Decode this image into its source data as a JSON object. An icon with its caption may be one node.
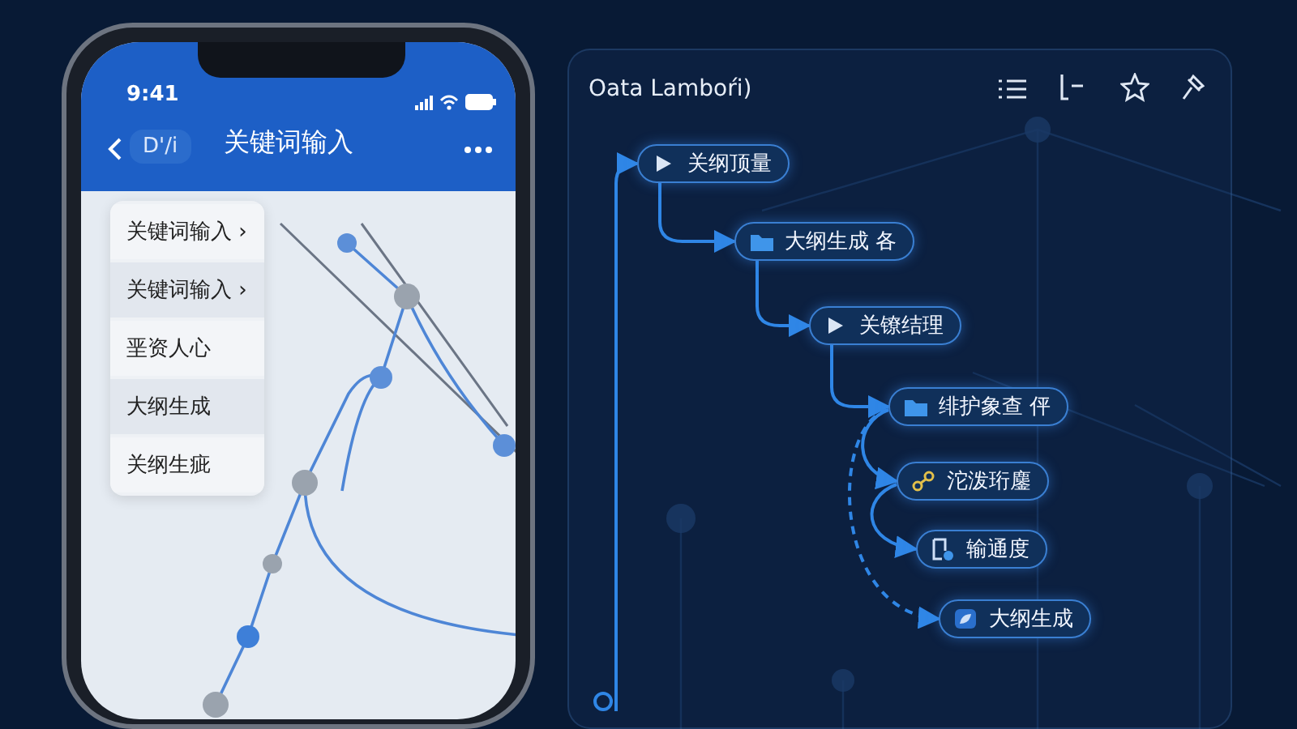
{
  "diagram": {
    "nodes": [
      {
        "text": [
          "Oata Lamboŕi)"
        ]
      },
      {
        "text": [
          "关纲顶量"
        ],
        "in": 0
      },
      {
        "text": [
          "大纲生成 各"
        ],
        "in": 0
      },
      {
        "text": [
          "关镣结理"
        ],
        "in": 0
      },
      {
        "text": [
          "绯护象查 伻"
        ],
        "in": 0
      },
      {
        "text": [
          "沱泼珩鏖"
        ],
        "in": 0
      },
      {
        "text": [
          "输通度"
        ],
        "in": 0
      },
      {
        "text": [
          "大纲生成"
        ],
        "in": 0
      },
      {
        "text": [],
        "shape": "circle",
        "in": 0
      }
    ],
    "edges": [
      {
        "from": 8,
        "to": 1,
        "arrow": "to"
      },
      {
        "from": 1,
        "to": 2,
        "arrow": "to"
      },
      {
        "from": 2,
        "to": 3,
        "arrow": "to"
      },
      {
        "from": 3,
        "to": 4,
        "arrow": "to"
      },
      {
        "from": 4,
        "to": 5,
        "arrow": "to"
      },
      {
        "from": 5,
        "to": 6,
        "arrow": "to"
      },
      {
        "from": 4,
        "to": 7,
        "arrow": "to",
        "style": "dashed"
      }
    ],
    "labels": [
      "9:41",
      "D'/i",
      "关键词输入",
      "关键词输入 ›",
      "关键词输入 ›",
      "垩资人心",
      "大纲生成",
      "关纲生疵"
    ]
  }
}
